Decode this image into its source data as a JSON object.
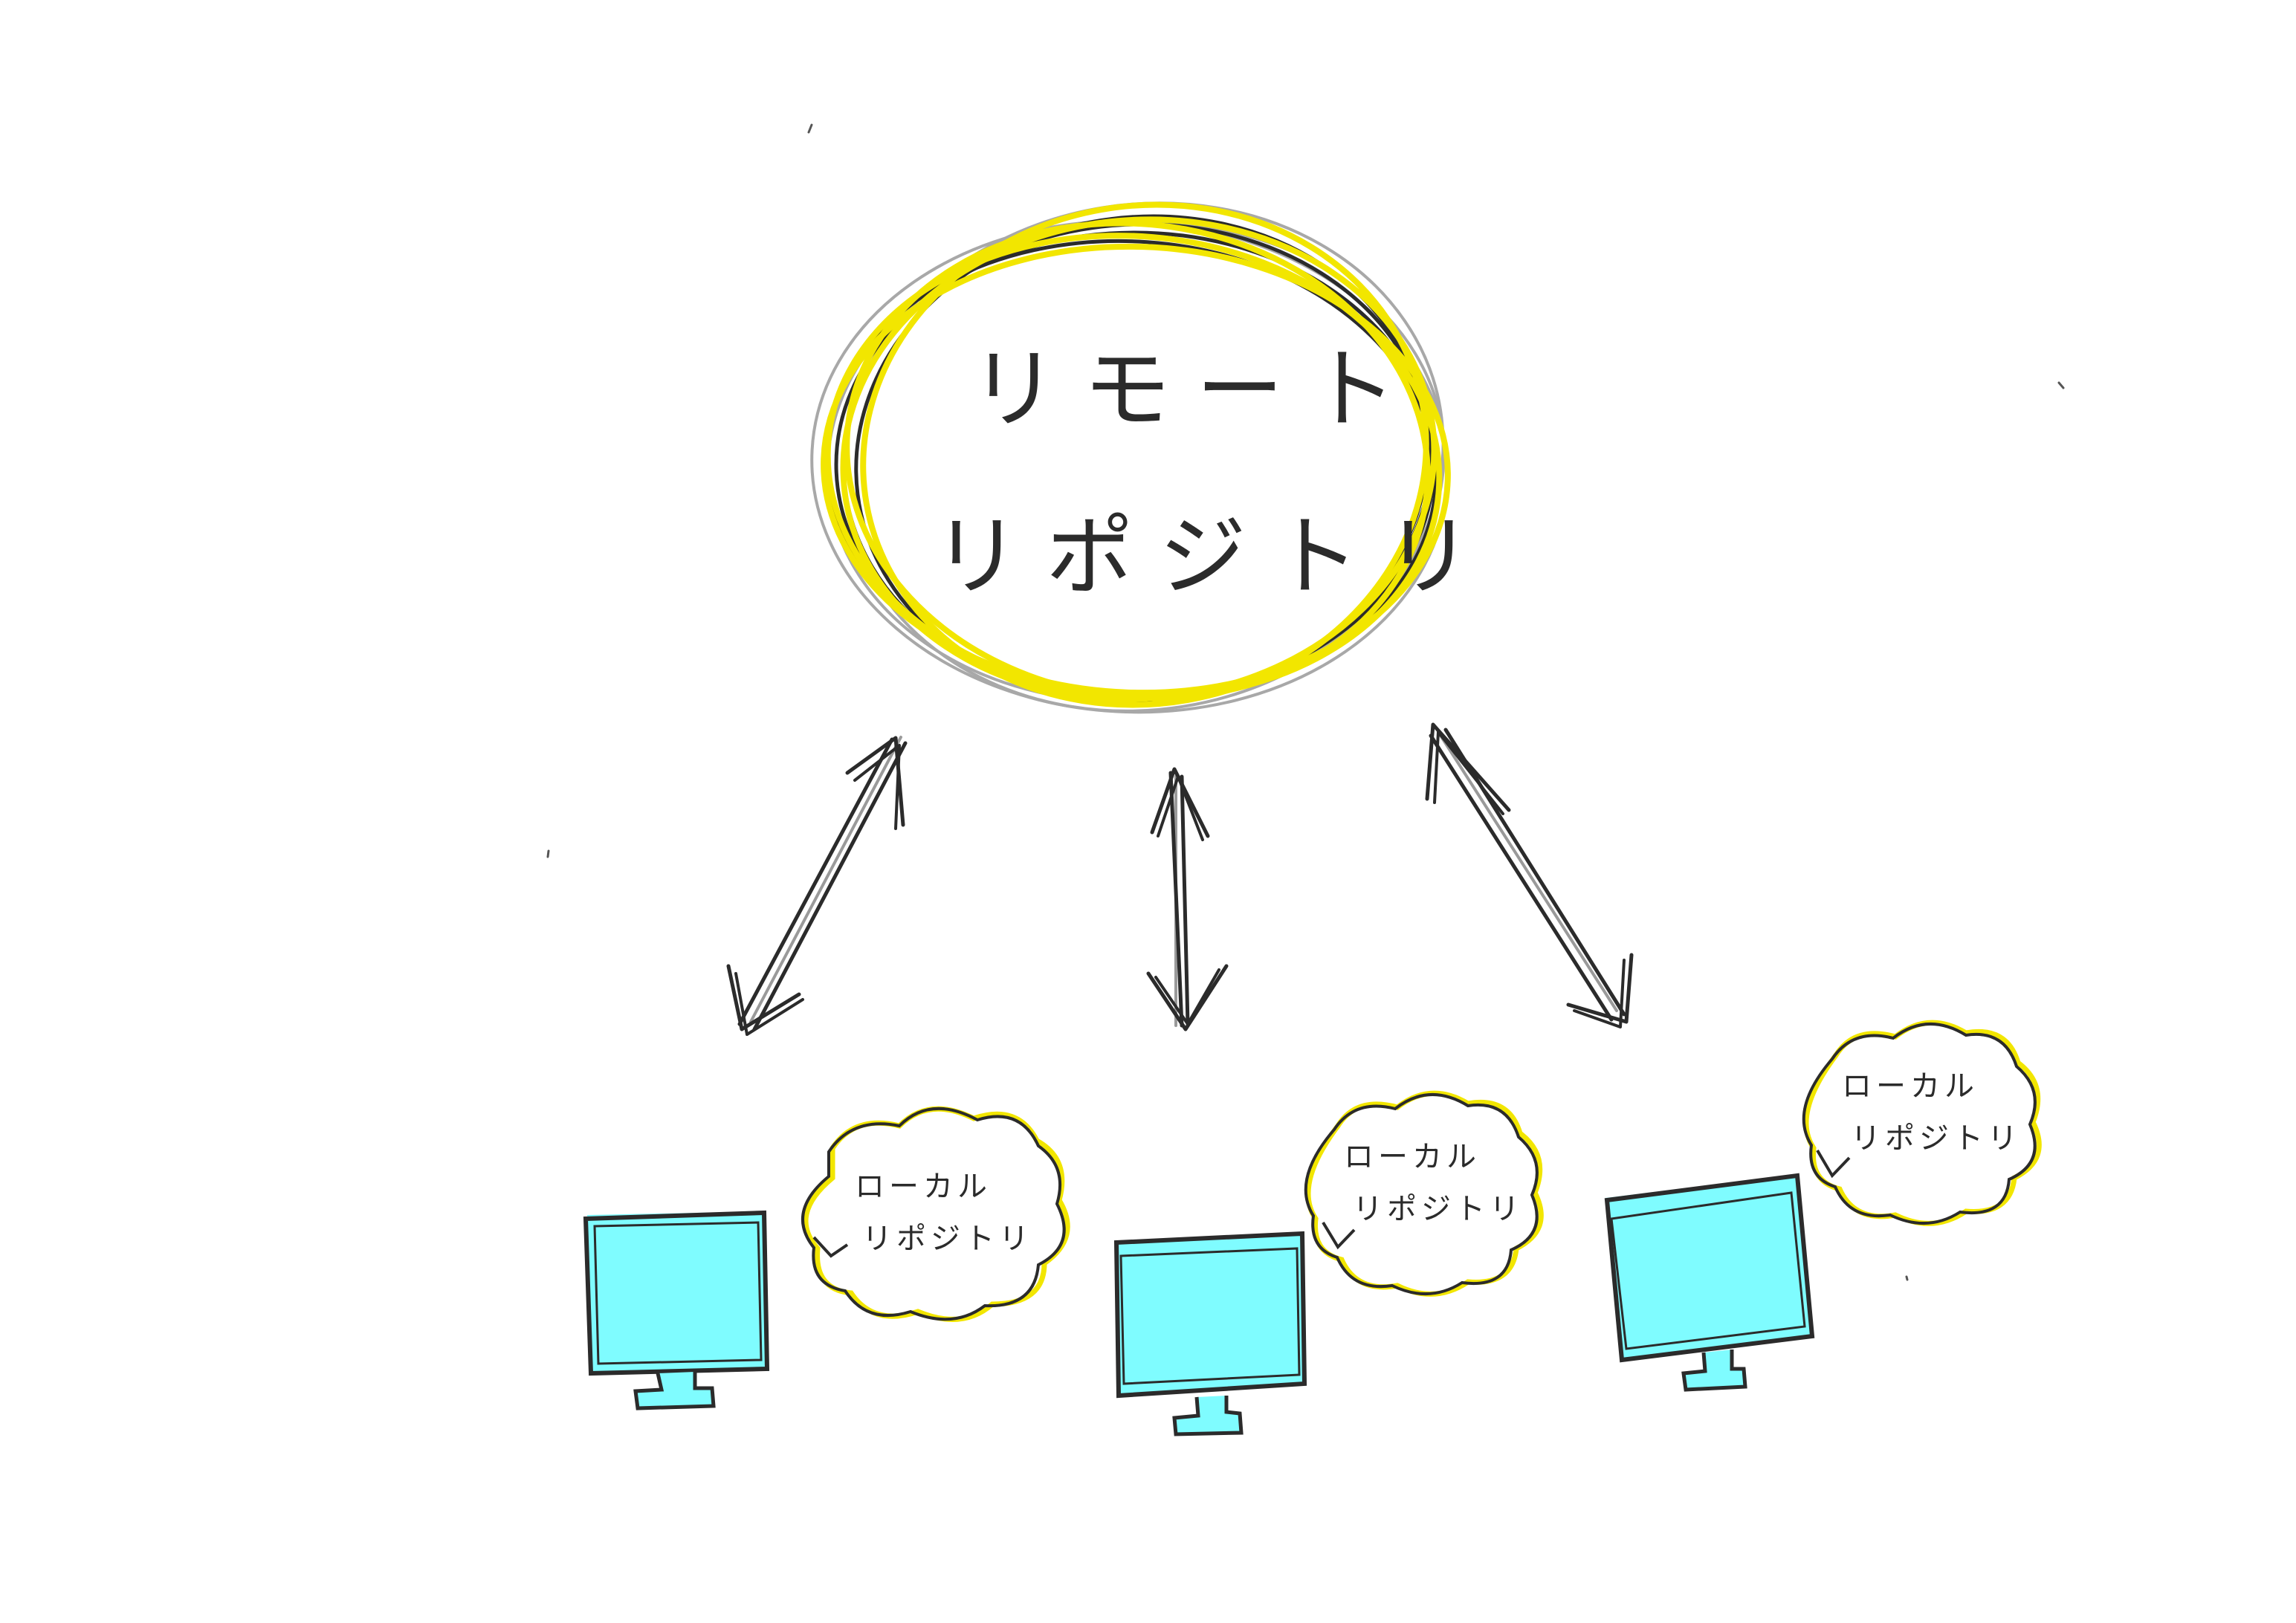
{
  "remote": {
    "line1": "リモート",
    "line2": "リポジトリ"
  },
  "locals": [
    {
      "line1": "ローカル",
      "line2": "リポジトリ"
    },
    {
      "line1": "ローカル",
      "line2": "リポジトリ"
    },
    {
      "line1": "ローカル",
      "line2": "リポジトリ"
    }
  ],
  "colors": {
    "highlight_yellow": "#f2e600",
    "monitor_cyan": "#7ffcff",
    "ink": "#2b2b2b",
    "pencil_gray": "#9a9a9a"
  }
}
